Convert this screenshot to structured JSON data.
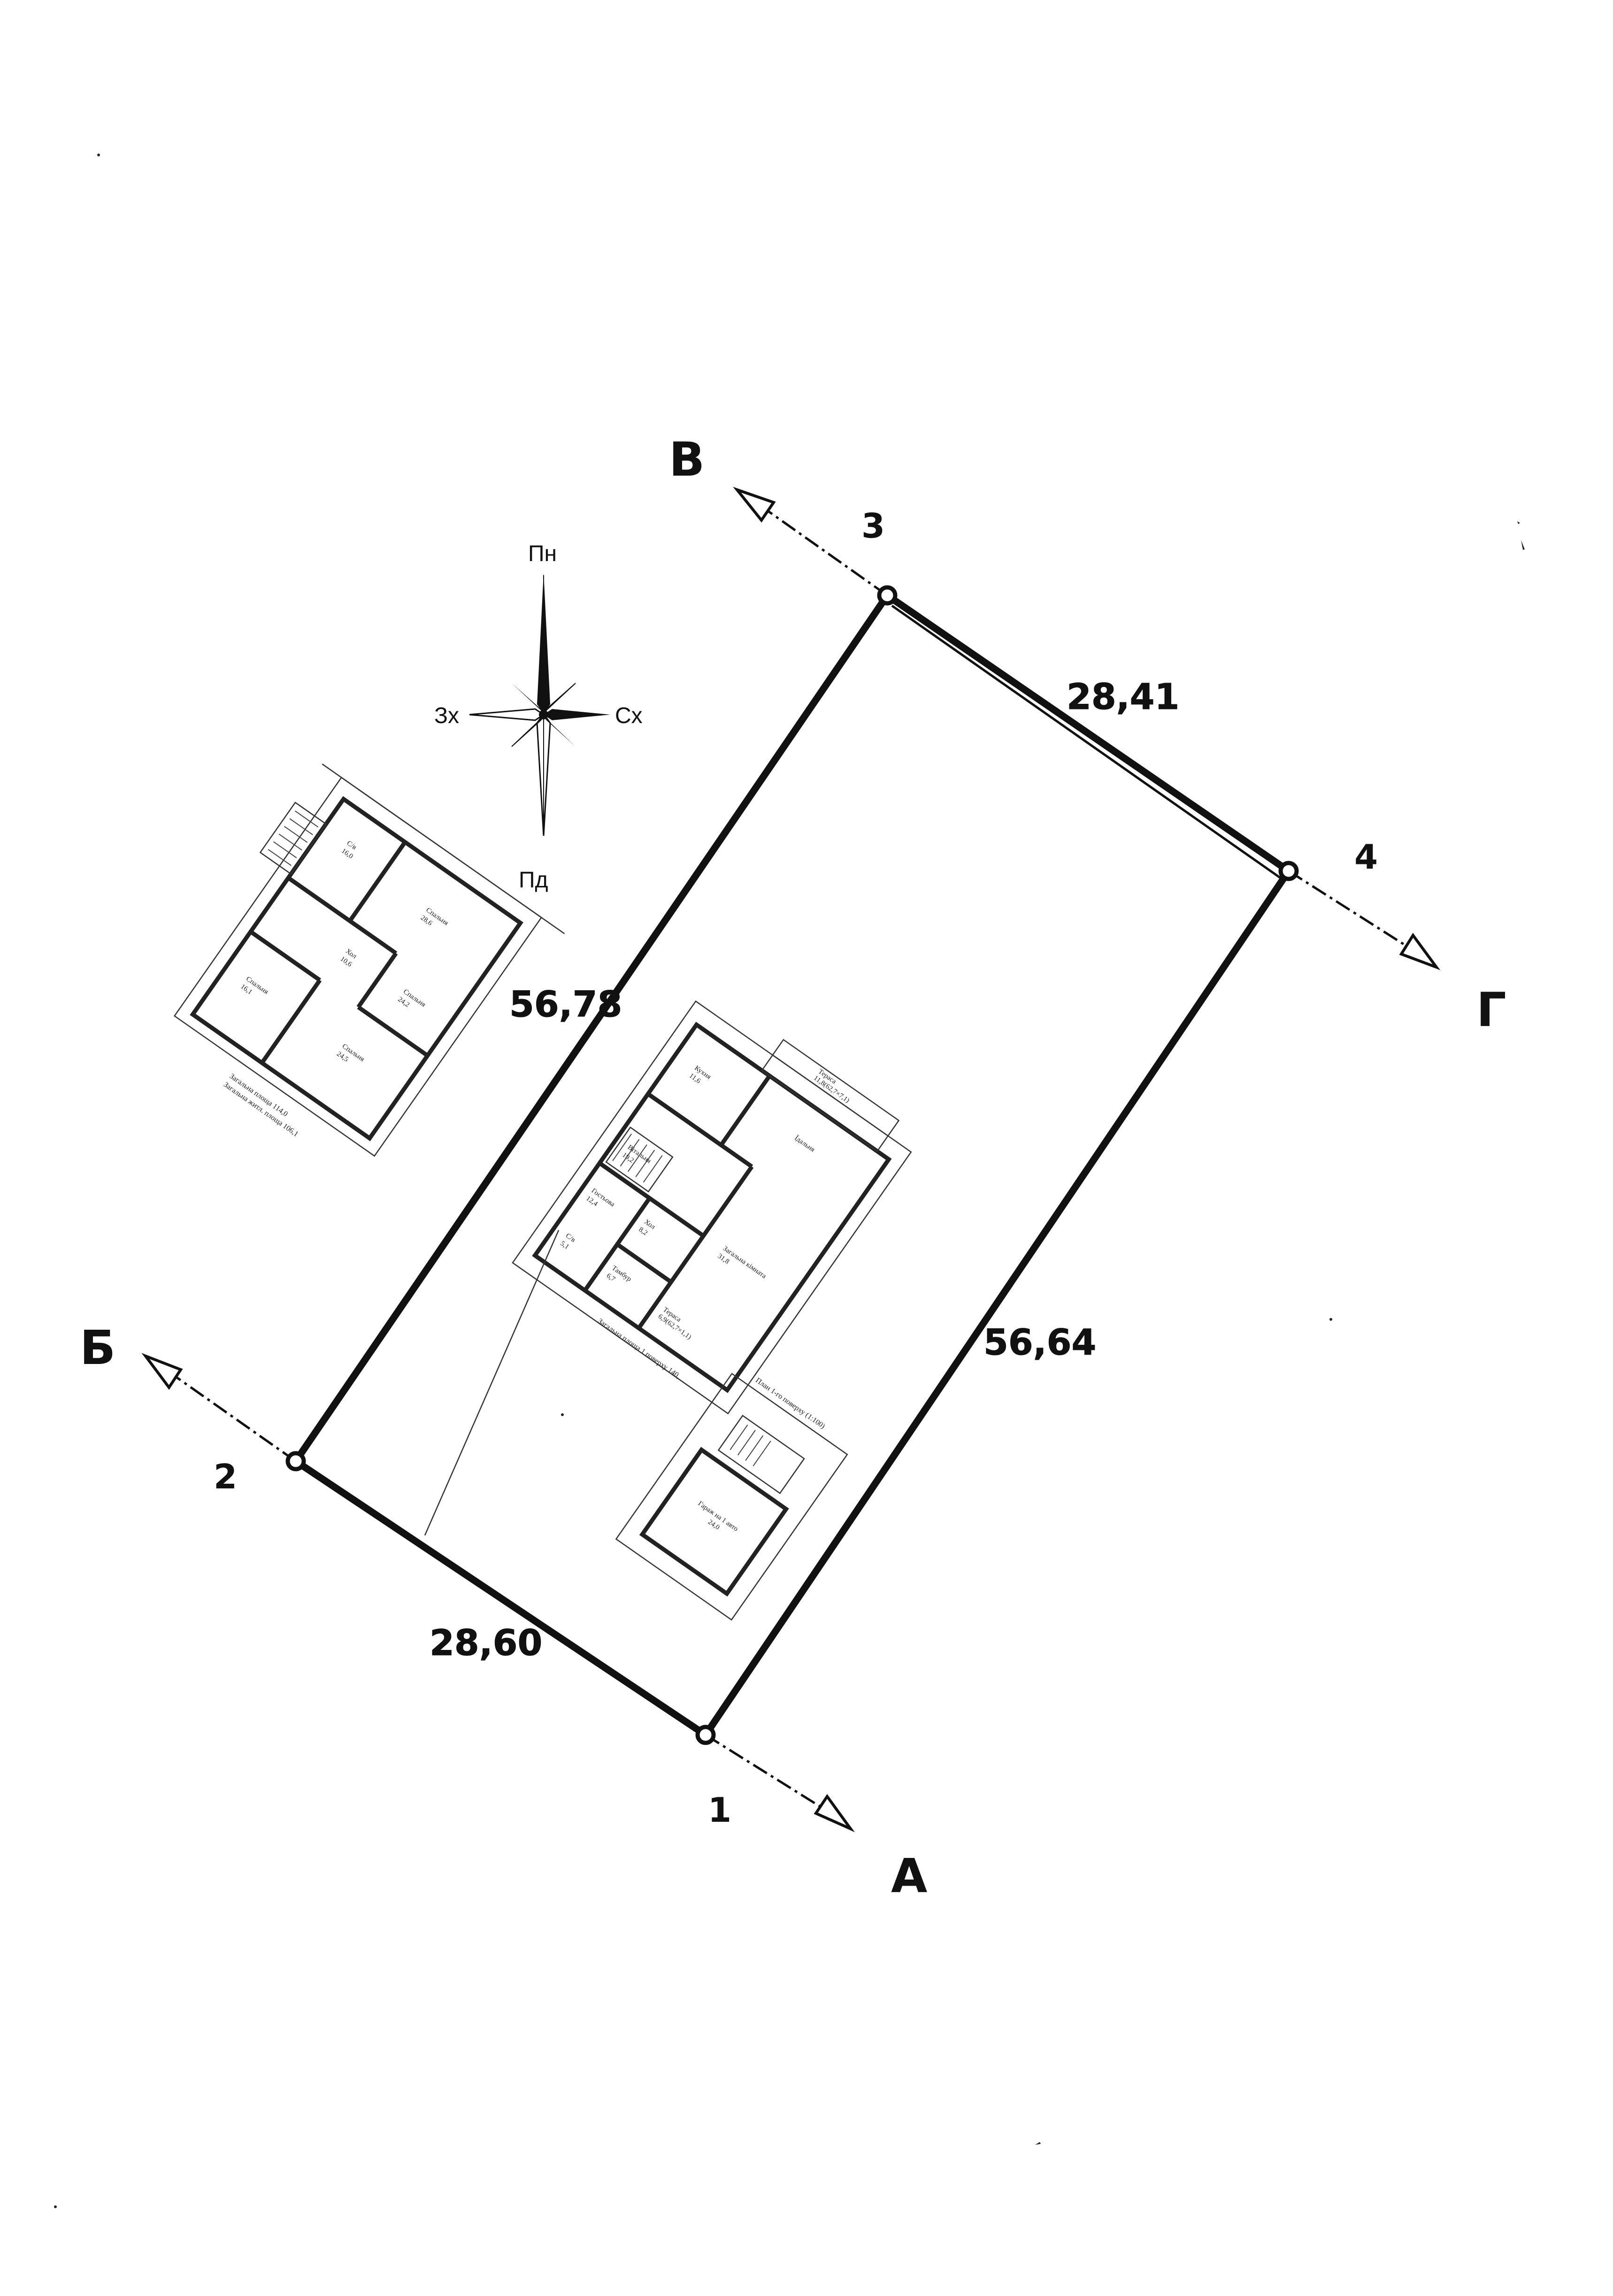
{
  "compass": {
    "north": "Пн",
    "south": "Пд",
    "west": "Зх",
    "east": "Сх"
  },
  "corner_letters": {
    "a": "А",
    "b": "Б",
    "v": "В",
    "g": "Г"
  },
  "points": [
    "1",
    "2",
    "3",
    "4"
  ],
  "dimensions": {
    "side_1_2": "28,60",
    "side_2_3": "56,78",
    "side_3_4": "28,41",
    "side_4_1": "56,64"
  },
  "floor2_plan": {
    "rooms": [
      {
        "name": "С/в",
        "area": "16,0"
      },
      {
        "name": "Спальня",
        "area": "28,6"
      },
      {
        "name": "Хол",
        "area": "10,6"
      },
      {
        "name": "Спальня",
        "area": "24,2"
      },
      {
        "name": "Спальня",
        "area": "16,1"
      },
      {
        "name": "Спальня",
        "area": "24,5"
      }
    ],
    "caption_1": "Загальна площа 114,0",
    "caption_2": "Загальна житл. площа 106,1"
  },
  "floor1_plan": {
    "rooms": [
      {
        "name": "Тераса",
        "area": "11,8(62,7×7,1)"
      },
      {
        "name": "Кухня",
        "area": "11,6"
      },
      {
        "name": "Їдальня",
        "area": ""
      },
      {
        "name": "Вітальня",
        "area": "19,2"
      },
      {
        "name": "Гостьова",
        "area": "12,4"
      },
      {
        "name": "Загальна кімната",
        "area": "31,8"
      },
      {
        "name": "Хол",
        "area": "8,2"
      },
      {
        "name": "С/в",
        "area": "5,1"
      },
      {
        "name": "Тамбур",
        "area": "6,7"
      },
      {
        "name": "Тераса",
        "area": "6,9(62,7×1,1)"
      }
    ],
    "caption": "Загальна площа 1 поверху 140,"
  },
  "garage_plan": {
    "title": "План 1-го поверху (1:100)",
    "rooms": [
      {
        "name": "Гараж на 1 авто",
        "area": "24,0"
      }
    ]
  }
}
